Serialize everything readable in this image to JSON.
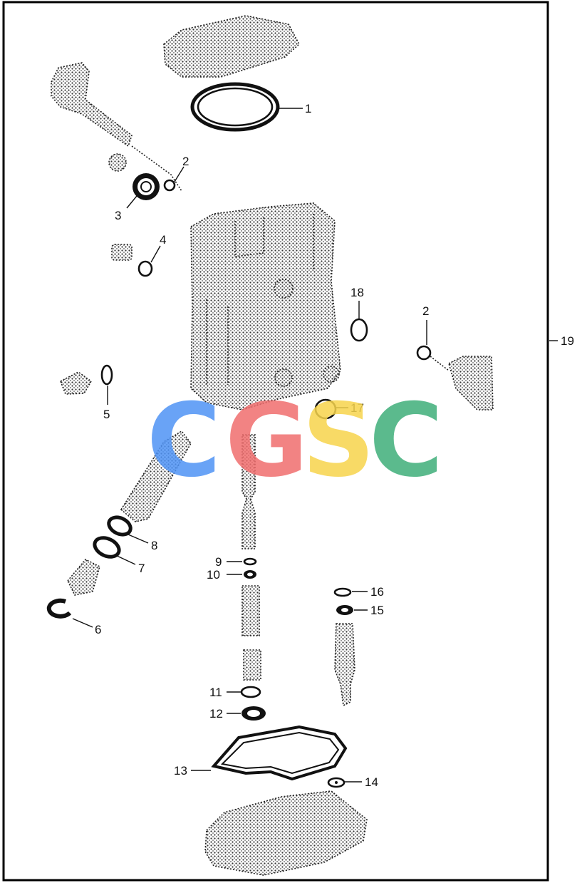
{
  "callouts": {
    "c1": "1",
    "c2a": "2",
    "c2b": "2",
    "c3": "3",
    "c4": "4",
    "c5": "5",
    "c6": "6",
    "c7": "7",
    "c8": "8",
    "c9": "9",
    "c10": "10",
    "c11": "11",
    "c12": "12",
    "c13": "13",
    "c14": "14",
    "c15": "15",
    "c16": "16",
    "c17": "17",
    "c18": "18",
    "c19": "19"
  },
  "watermark": {
    "letters": [
      "C",
      "G",
      "S",
      "C"
    ],
    "colors": [
      "#4f93f5",
      "#f06e6e",
      "#f7d44c",
      "#3fae7a"
    ]
  },
  "colors": {
    "line": "#111111",
    "frame": "#000000",
    "background": "#ffffff"
  }
}
